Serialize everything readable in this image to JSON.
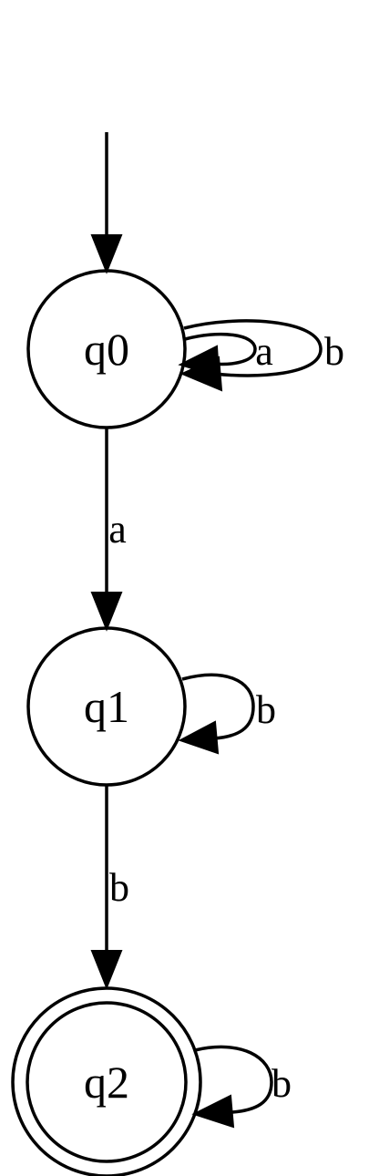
{
  "diagram": {
    "type": "finite-automaton",
    "states": [
      {
        "id": "q0",
        "label": "q0",
        "initial": true,
        "accepting": false
      },
      {
        "id": "q1",
        "label": "q1",
        "initial": false,
        "accepting": false
      },
      {
        "id": "q2",
        "label": "q2",
        "initial": false,
        "accepting": true
      }
    ],
    "transitions": [
      {
        "from": "q0",
        "to": "q0",
        "label": "a"
      },
      {
        "from": "q0",
        "to": "q0",
        "label": "b"
      },
      {
        "from": "q0",
        "to": "q1",
        "label": "a"
      },
      {
        "from": "q1",
        "to": "q1",
        "label": "b"
      },
      {
        "from": "q1",
        "to": "q2",
        "label": "b"
      },
      {
        "from": "q2",
        "to": "q2",
        "label": "b"
      }
    ]
  },
  "colors": {
    "stroke": "#000000",
    "background": "#ffffff"
  }
}
